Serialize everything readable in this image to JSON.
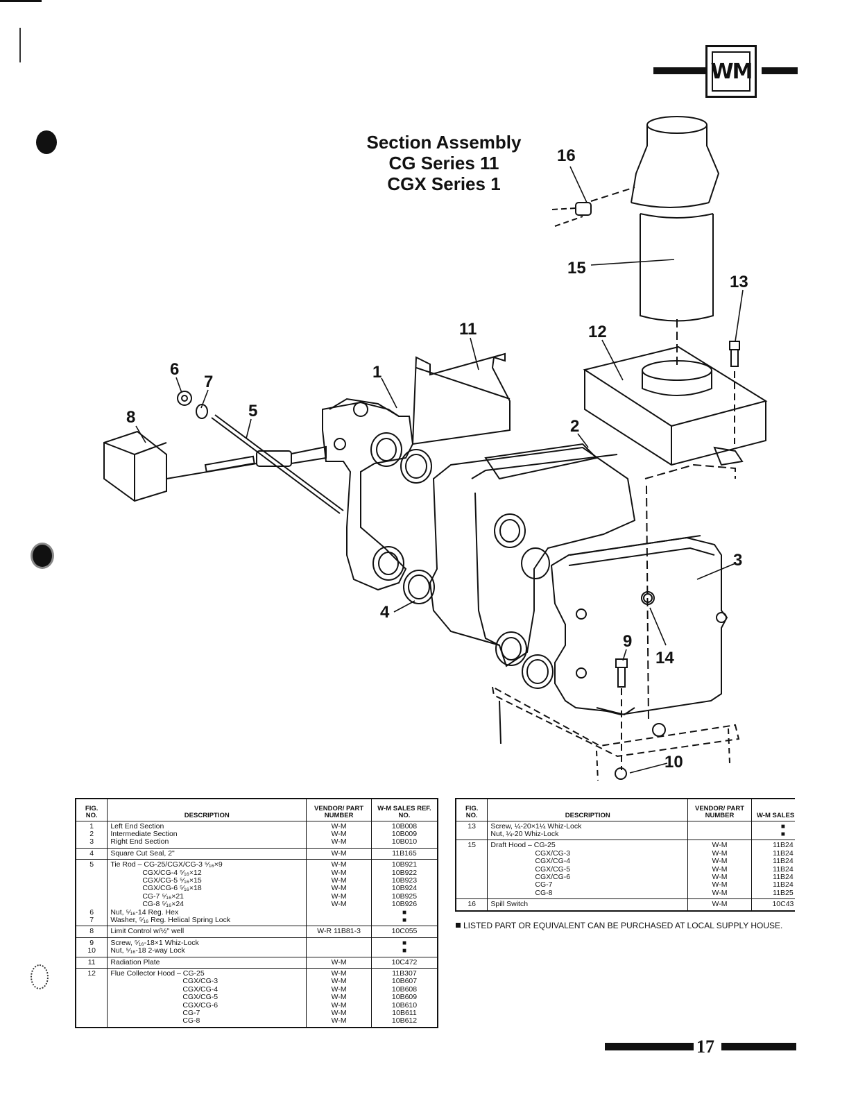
{
  "header": {
    "logo_text": "WM"
  },
  "title": {
    "line1": "Section Assembly",
    "line2": "CG Series 11",
    "line3": "CGX Series 1"
  },
  "callouts": [
    "1",
    "2",
    "3",
    "4",
    "5",
    "6",
    "7",
    "8",
    "9",
    "10",
    "11",
    "12",
    "13",
    "14",
    "15",
    "16"
  ],
  "table_left": {
    "headers": {
      "fig": "FIG. NO.",
      "desc": "DESCRIPTION",
      "vendor": "VENDOR/ PART NUMBER",
      "ref": "W-M SALES REF. NO."
    },
    "groups": [
      {
        "fig": [
          "1",
          "2",
          "3"
        ],
        "desc": [
          "Left End Section",
          "Intermediate Section",
          "Right End Section"
        ],
        "vendor": [
          "W-M",
          "W-M",
          "W-M"
        ],
        "ref": [
          "10B008",
          "10B009",
          "10B010"
        ]
      },
      {
        "fig": [
          "4"
        ],
        "desc": [
          "Square Cut Seal, 2\""
        ],
        "vendor": [
          "W-M"
        ],
        "ref": [
          "11B165"
        ]
      },
      {
        "fig": [
          "5",
          "",
          "",
          "",
          "",
          "",
          "6",
          "7"
        ],
        "desc": [
          "Tie Rod – CG-25/CGX/CG-3 ⁵⁄₁₆×9",
          "CGX/CG-4 ⁵⁄₁₆×12",
          "CGX/CG-5 ⁵⁄₁₆×15",
          "CGX/CG-6 ⁵⁄₁₆×18",
          "CG-7 ⁵⁄₁₆×21",
          "CG-8 ⁵⁄₁₆×24",
          "Nut, ⁵⁄₁₆-14 Reg. Hex",
          "Washer, ⁵⁄₁₆ Reg. Helical Spring Lock"
        ],
        "vendor": [
          "W-M",
          "W-M",
          "W-M",
          "W-M",
          "W-M",
          "W-M",
          "",
          ""
        ],
        "ref": [
          "10B921",
          "10B922",
          "10B923",
          "10B924",
          "10B925",
          "10B926",
          "■",
          "■"
        ]
      },
      {
        "fig": [
          "8"
        ],
        "desc": [
          "Limit Control w/½\" well"
        ],
        "vendor": [
          "W-R 11B81-3"
        ],
        "ref": [
          "10C055"
        ]
      },
      {
        "fig": [
          "9",
          "10"
        ],
        "desc": [
          "Screw, ⁵⁄₁₆-18×1 Whiz-Lock",
          "Nut, ⁵⁄₁₆-18 2-way Lock"
        ],
        "vendor": [
          "",
          ""
        ],
        "ref": [
          "■",
          "■"
        ]
      },
      {
        "fig": [
          "11"
        ],
        "desc": [
          "Radiation Plate"
        ],
        "vendor": [
          "W-M"
        ],
        "ref": [
          "10C472"
        ]
      },
      {
        "fig": [
          "12",
          "",
          "",
          "",
          "",
          "",
          ""
        ],
        "desc": [
          "Flue Collector Hood – CG-25",
          "CGX/CG-3",
          "CGX/CG-4",
          "CGX/CG-5",
          "CGX/CG-6",
          "CG-7",
          "CG-8"
        ],
        "vendor": [
          "W-M",
          "W-M",
          "W-M",
          "W-M",
          "W-M",
          "W-M",
          "W-M"
        ],
        "ref": [
          "11B307",
          "10B607",
          "10B608",
          "10B609",
          "10B610",
          "10B611",
          "10B612"
        ]
      }
    ]
  },
  "table_right": {
    "headers": {
      "fig": "FIG. NO.",
      "desc": "DESCRIPTION",
      "vendor": "VENDOR/ PART NUMBER",
      "ref": "W-M SALES REF"
    },
    "groups": [
      {
        "fig": [
          "13",
          ""
        ],
        "desc": [
          "Screw, ¼-20×1¼ Whiz-Lock",
          "Nut, ¼-20 Whiz-Lock"
        ],
        "vendor": [
          "",
          ""
        ],
        "ref": [
          "■",
          "■"
        ]
      },
      {
        "fig": [
          "15",
          "",
          "",
          "",
          "",
          "",
          ""
        ],
        "desc": [
          "Draft Hood – CG-25",
          "CGX/CG-3",
          "CGX/CG-4",
          "CGX/CG-5",
          "CGX/CG-6",
          "CG-7",
          "CG-8"
        ],
        "vendor": [
          "W-M",
          "W-M",
          "W-M",
          "W-M",
          "W-M",
          "W-M",
          "W-M"
        ],
        "ref": [
          "11B24",
          "11B24",
          "11B24",
          "11B24",
          "11B24",
          "11B24",
          "11B25"
        ]
      },
      {
        "fig": [
          "16"
        ],
        "desc": [
          "Spill Switch"
        ],
        "vendor": [
          "W-M"
        ],
        "ref": [
          "10C43"
        ]
      }
    ]
  },
  "note": "LISTED PART OR EQUIVALENT CAN BE PURCHASED AT LOCAL SUPPLY HOUSE.",
  "page_number": "17"
}
